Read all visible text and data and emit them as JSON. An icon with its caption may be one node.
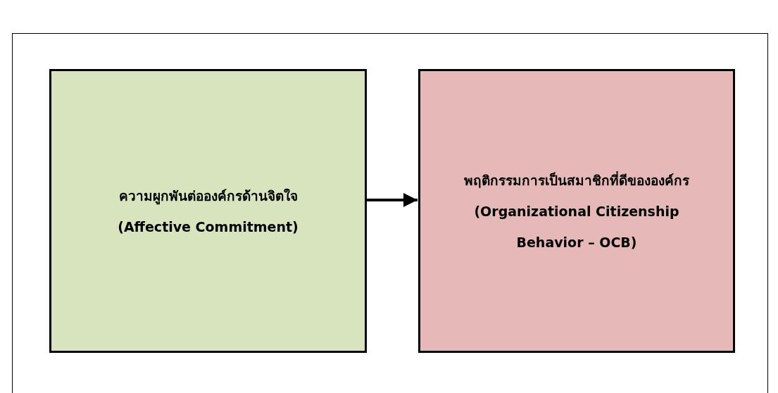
{
  "diagram": {
    "nodes": [
      {
        "text": [],
        "shape": "box"
      },
      {
        "text": [
          "ความผูกพันต่อองค์กรด้านจิตใจ",
          "(Affective Commitment)"
        ],
        "in": 0
      },
      {
        "text": [
          "พฤติกรรมการเป็นสมาชิกที่ดีขององค์กร",
          "(Organizational Citizenship Behavior – OCB)"
        ],
        "in": 0
      }
    ],
    "edges": [
      {
        "from": 1,
        "to": 2,
        "arrow": "to"
      }
    ]
  }
}
